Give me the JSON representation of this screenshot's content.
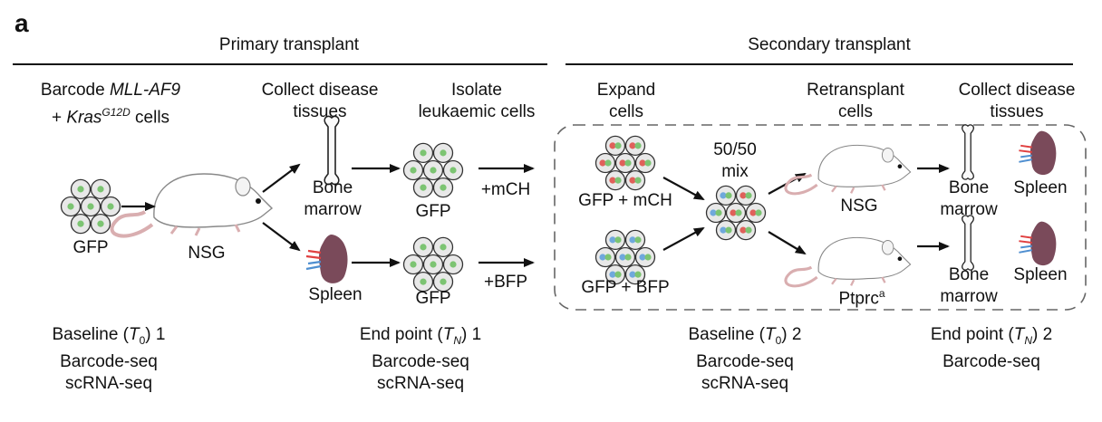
{
  "panel_label": "a",
  "headers": {
    "primary": "Primary transplant",
    "secondary": "Secondary transplant"
  },
  "steps": {
    "barcode_cells": {
      "pre": "Barcode ",
      "gene1": "MLL-AF9",
      "plus": "+ ",
      "gene2": "Kras",
      "sup": "G12D",
      "post": " cells"
    },
    "collect_1": [
      "Collect disease",
      "tissues"
    ],
    "isolate": [
      "Isolate",
      "leukaemic cells"
    ],
    "expand": [
      "Expand",
      "cells"
    ],
    "retransplant": [
      "Retransplant",
      "cells"
    ],
    "collect_2": [
      "Collect disease",
      "tissues"
    ]
  },
  "labels": {
    "gfp_start": "GFP",
    "nsg_primary": "NSG",
    "bone_marrow_1": [
      "Bone",
      "marrow"
    ],
    "spleen_1": "Spleen",
    "gfp_top": "GFP",
    "gfp_bottom": "GFP",
    "plus_mch": "+mCH",
    "plus_bfp": "+BFP",
    "gfp_mch": "GFP + mCH",
    "gfp_bfp": "GFP + BFP",
    "mix": [
      "50/50",
      "mix"
    ],
    "nsg_secondary": "NSG",
    "ptprc": {
      "text": "Ptprc",
      "sup": "a"
    },
    "bone_marrow_2a": [
      "Bone",
      "marrow"
    ],
    "spleen_2a": "Spleen",
    "bone_marrow_2b": [
      "Bone",
      "marrow"
    ],
    "spleen_2b": "Spleen"
  },
  "timepoints": {
    "t1": {
      "pre": "Baseline (",
      "var": "T",
      "sub": "0",
      "post": ") 1",
      "assays": [
        "Barcode-seq",
        "scRNA-seq"
      ]
    },
    "t2": {
      "pre": "End point (",
      "var": "T",
      "sub": "N",
      "post": ") 1",
      "assays": [
        "Barcode-seq",
        "scRNA-seq"
      ]
    },
    "t3": {
      "pre": "Baseline (",
      "var": "T",
      "sub": "0",
      "post": ") 2",
      "assays": [
        "Barcode-seq",
        "scRNA-seq"
      ]
    },
    "t4": {
      "pre": "End point (",
      "var": "T",
      "sub": "N",
      "post": ") 2",
      "assays": [
        "Barcode-seq"
      ]
    }
  },
  "colors": {
    "gfp": "#7cc472",
    "mch": "#e0605a",
    "bfp": "#6fa8dc",
    "cell_fill": "#e8e8e8",
    "spleen": "#7a4a5a",
    "vessel_red": "#e04040",
    "vessel_blue": "#4f8fd0",
    "tail": "#d9aeb0"
  }
}
